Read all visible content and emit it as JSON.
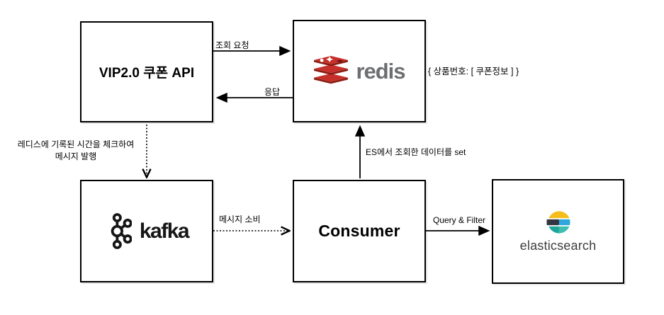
{
  "diagram": {
    "nodes": {
      "vip_api": {
        "label": "VIP2.0 쿠폰 API"
      },
      "redis": {
        "brand": "redis"
      },
      "kafka": {
        "brand": "kafka"
      },
      "consumer": {
        "label": "Consumer"
      },
      "elasticsearch": {
        "brand": "elasticsearch"
      }
    },
    "edges": {
      "lookup_request": {
        "from": "vip_api",
        "to": "redis",
        "label": "조회 요청",
        "style": "solid"
      },
      "response": {
        "from": "redis",
        "to": "vip_api",
        "label": "응답",
        "style": "solid"
      },
      "publish_message": {
        "from": "vip_api",
        "to": "kafka",
        "label_line1": "레디스에 기록된 시간을 체크하여",
        "label_line2": "메시지 발행",
        "style": "dotted"
      },
      "consume_message": {
        "from": "kafka",
        "to": "consumer",
        "label": "메시지 소비",
        "style": "dotted"
      },
      "set_data": {
        "from": "consumer",
        "to": "redis",
        "label": "ES에서 조회한 데이터를 set",
        "style": "solid"
      },
      "query_filter": {
        "from": "consumer",
        "to": "elasticsearch",
        "label": "Query & Filter",
        "style": "solid"
      }
    },
    "annotations": {
      "redis_value_format": "{ 상품번호: [ 쿠폰정보 ] }"
    },
    "colors": {
      "redis_red": "#C6302B",
      "redis_red_dark": "#8C1C13",
      "redis_detail_dark": "#741113",
      "redis_text": "#6D6E71",
      "kafka_black": "#161616",
      "es_yellow": "#F4BD19",
      "es_blue": "#2EA8DC",
      "es_dark": "#343741",
      "es_teal": "#3EBEB0",
      "es_teal_dark": "#1DA79A",
      "es_text": "#3E3E3E",
      "line_black": "#000000"
    }
  }
}
